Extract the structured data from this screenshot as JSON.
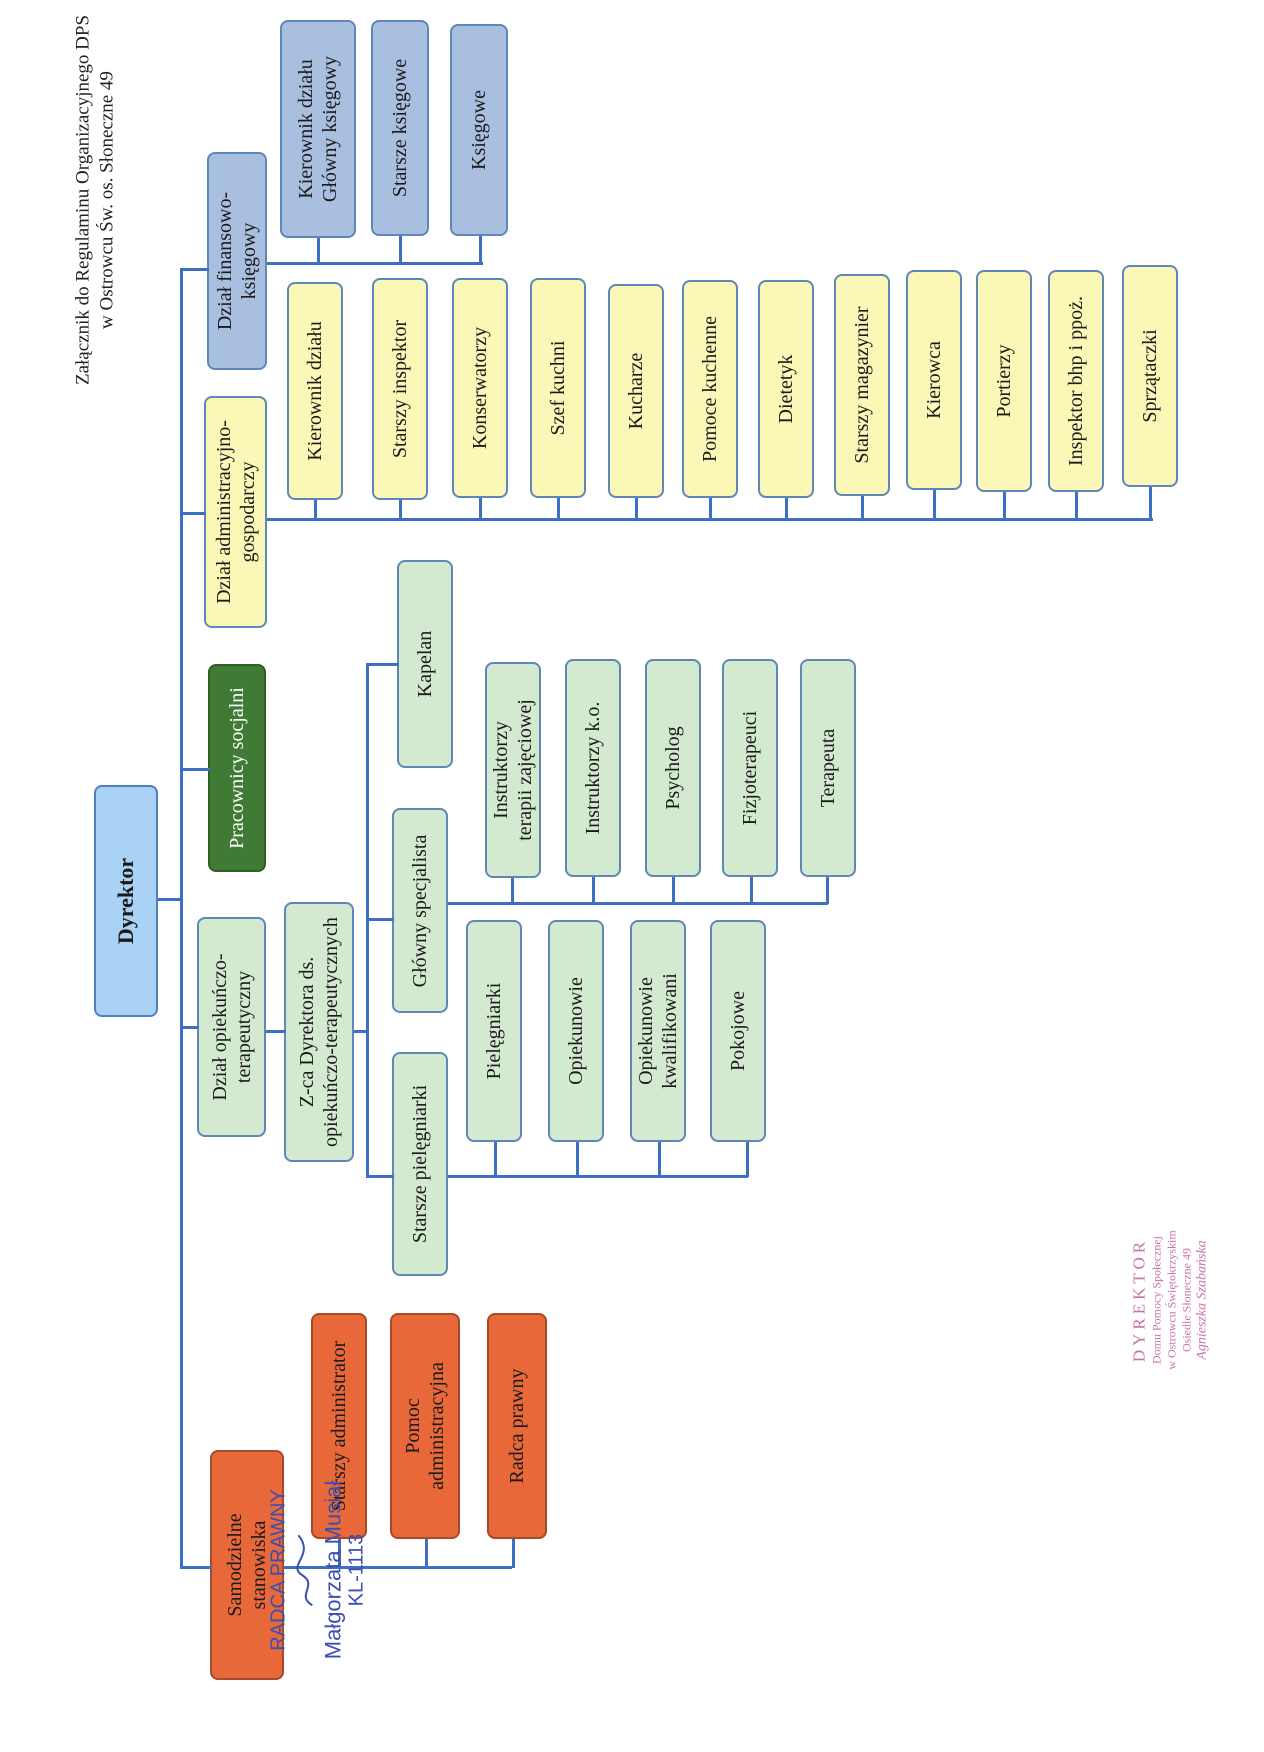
{
  "header": {
    "line1": "Załącznik do Regulaminu Organizacyjnego DPS",
    "line2": "w Ostrowcu Św. os. Słoneczne 49"
  },
  "director": "Dyrektor",
  "departments": {
    "samodzielne": "Samodzielne stanowiska",
    "opiekunczy": "Dział opiekuńczo- terapeutyczny",
    "socjalni": "Pracownicy socjalni",
    "administracyjny": "Dział administracyjno- gospodarczy",
    "finansowy": "Dział finansowo- księgowy"
  },
  "samodzielne_items": [
    "Starszy administrator",
    "Pomoc administracyjna",
    "Radca prawny"
  ],
  "zastepca": "Z-ca Dyrektora ds. opiekuńczo-terapeutycznych",
  "starsze_pielegniarki": "Starsze pielęgniarki",
  "glowny_specjalista": "Główny specjalista",
  "kapelan": "Kapelan",
  "pielegniarki_items": [
    "Pielęgniarki",
    "Opiekunowie",
    "Opiekunowie kwalifikowani",
    "Pokojowe"
  ],
  "specjalista_items": [
    "Instruktorzy terapii zajęciowej",
    "Instruktorzy k.o.",
    "Psycholog",
    "Fizjoterapeuci",
    "Terapeuta"
  ],
  "administracyjny_items": [
    "Kierownik działu",
    "Starszy inspektor",
    "Konserwatorzy",
    "Szef kuchni",
    "Kucharze",
    "Pomoce kuchenne",
    "Dietetyk",
    "Starszy magazynier",
    "Kierowca",
    "Portierzy",
    "Inspektor bhp i ppoż.",
    "Sprzątaczki"
  ],
  "finansowy_items": [
    "Kierownik działu Główny księgowy",
    "Starsze księgowe",
    "Księgowe"
  ],
  "stamp": {
    "title": "DYREKTOR",
    "line1": "Domu Pomocy Społecznej",
    "line2": "w Ostrowcu Świętokrzyskim",
    "line3": "Osiedle Słoneczne 49",
    "name": "Agnieszka Szabańska"
  },
  "radca": {
    "title": "RADCA PRAWNY",
    "name": "Małgorzata Musiał",
    "number": "KL-1113"
  },
  "colors": {
    "connector": "#3d6fc4",
    "director": "#a9d2f5",
    "samodzielne": "#e8683a",
    "opiekunczy": "#d4ead0",
    "socjalni": "#3f7b34",
    "administracyjny": "#fbf7b6",
    "finansowy": "#a9bfdf"
  }
}
